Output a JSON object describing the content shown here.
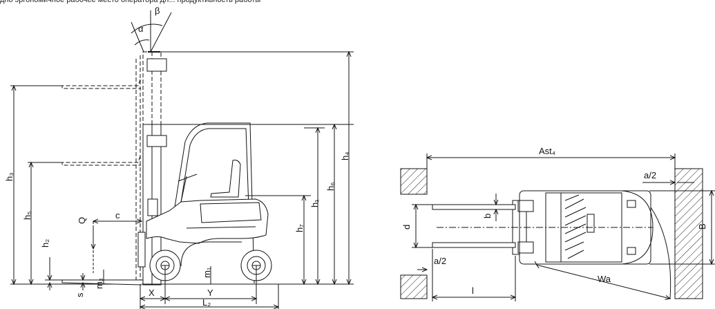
{
  "caption": "дно эргономичное рабочее место оператора дл... продуктивность работы",
  "side_view": {
    "labels": {
      "alpha": "α",
      "beta": "β",
      "h3": "h₃",
      "h5": "h₅",
      "h4": "h₄",
      "h6": "h₆",
      "h1": "h₁",
      "h7": "h₇",
      "h2": "h₂",
      "Q": "Q",
      "c": "c",
      "s": "s",
      "m2": "m₂",
      "m1": "m₁",
      "X": "X",
      "Y": "Y",
      "L2": "L₂"
    }
  },
  "top_view": {
    "labels": {
      "Ast4": "Ast₄",
      "a2_top": "a/2",
      "a2_bottom": "a/2",
      "d": "d",
      "b": "b",
      "B": "B",
      "l": "l",
      "Wa": "Wa"
    }
  }
}
